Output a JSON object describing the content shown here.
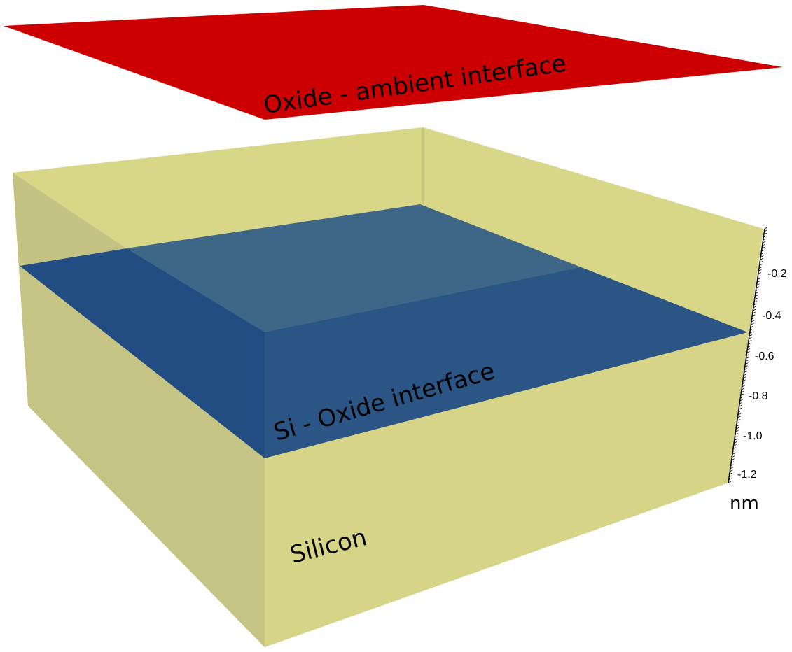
{
  "labels": {
    "top_plane": "Oxide - ambient interface",
    "middle_plane": "Si - Oxide interface",
    "bulk": "Silicon"
  },
  "axis": {
    "unit": "nm",
    "ticks": [
      "-0.2",
      "-0.4",
      "-0.6",
      "-0.8",
      "-1.0",
      "-1.2"
    ]
  },
  "colors": {
    "oxide_ambient": "#cc0000",
    "si_oxide": "#224d82",
    "silicon": "#d6d486"
  }
}
